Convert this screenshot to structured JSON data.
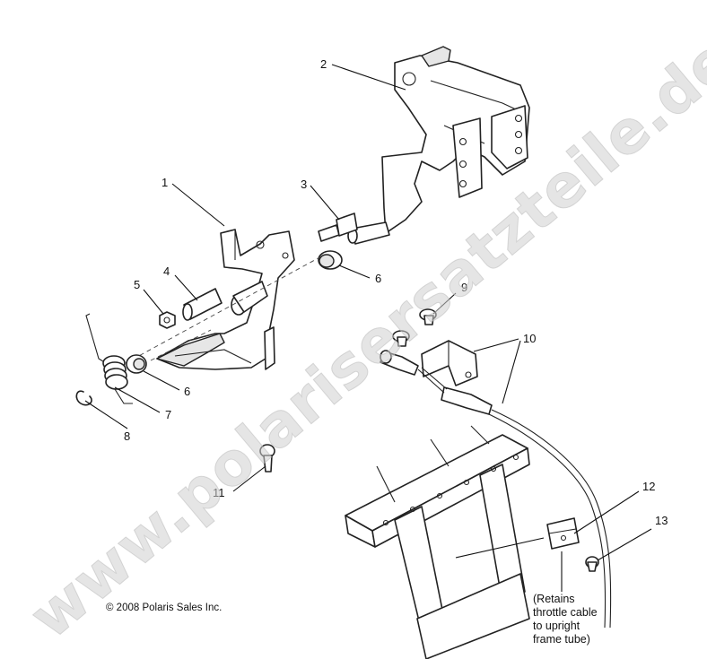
{
  "watermark": "www.polarisersatzteile.de",
  "copyright": "© 2008 Polaris Sales Inc.",
  "callouts": {
    "c1": "1",
    "c2": "2",
    "c3": "3",
    "c4": "4",
    "c5": "5",
    "c6a": "6",
    "c6b": "6",
    "c7": "7",
    "c8": "8",
    "c9": "9",
    "c10": "10",
    "c11": "11",
    "c12": "12",
    "c13": "13"
  },
  "note": {
    "line1": "(Retains",
    "line2": "throttle cable",
    "line3": "to upright",
    "line4": "frame tube)"
  }
}
